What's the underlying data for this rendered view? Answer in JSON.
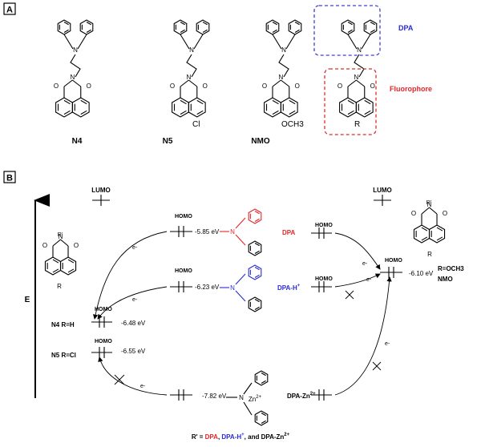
{
  "panels": {
    "a_label": "A",
    "b_label": "B"
  },
  "panel_a": {
    "compound_labels": [
      "N4",
      "N5",
      "NMO"
    ],
    "substituent_cl": "Cl",
    "substituent_och3": "OCH3",
    "substituent_r": "R",
    "group_dpa": "DPA",
    "group_fluorophore": "Fluorophore",
    "atom_n": "N",
    "atom_o": "O"
  },
  "panel_b": {
    "axis_label": "E",
    "lumo_label": "LUMO",
    "homo_label": "HOMO",
    "electron_label": "e-",
    "fluorophore_sub_r": "R",
    "fluorophore_r_prime": "R'",
    "n4_label": "N4 R=H",
    "n5_label": "N5 R=Cl",
    "e_n4": "-6.48 eV",
    "e_n5": "-6.55 eV",
    "e_dpa": "-5.85 eV",
    "e_dpah": "-6.23 eV",
    "e_dpazn": "-7.82 eV",
    "e_nmo": "-6.10 eV",
    "dpa_name": "DPA",
    "dpah_name": "DPA-H",
    "dpazn_name": "DPA-Zn",
    "zn_label": "Zn",
    "zn_charge": "2+",
    "h_label": "H",
    "plus": "+",
    "nmo_r": "R=OCH3",
    "nmo_label": "NMO",
    "footer_prefix": "R' = ",
    "footer_dpa": "DPA",
    "footer_sep": ", ",
    "footer_dpah": "DPA-H",
    "footer_and": ", and DPA-Zn"
  },
  "colors": {
    "red": "#e3262a",
    "blue": "#2b2bd6",
    "dpa_box": "#4040d0",
    "fluor_box": "#d83030"
  }
}
